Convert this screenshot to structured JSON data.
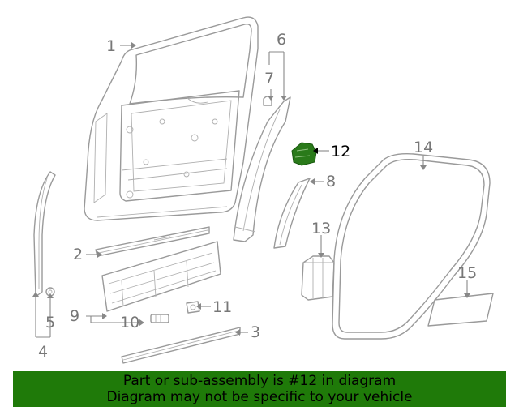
{
  "diagram": {
    "callouts": {
      "c1": "1",
      "c2": "2",
      "c3": "3",
      "c4": "4",
      "c5": "5",
      "c6": "6",
      "c7": "7",
      "c8": "8",
      "c9": "9",
      "c10": "10",
      "c11": "11",
      "c12": "12",
      "c13": "13",
      "c14": "14",
      "c15": "15"
    },
    "highlight_part": "12",
    "highlight_color": "#2a7a1a",
    "line_color": "#9a9a9a"
  },
  "banner": {
    "line1": "Part or sub-assembly is #12 in diagram",
    "line2": "Diagram may not be specific to your vehicle",
    "background": "#1f7a09"
  }
}
